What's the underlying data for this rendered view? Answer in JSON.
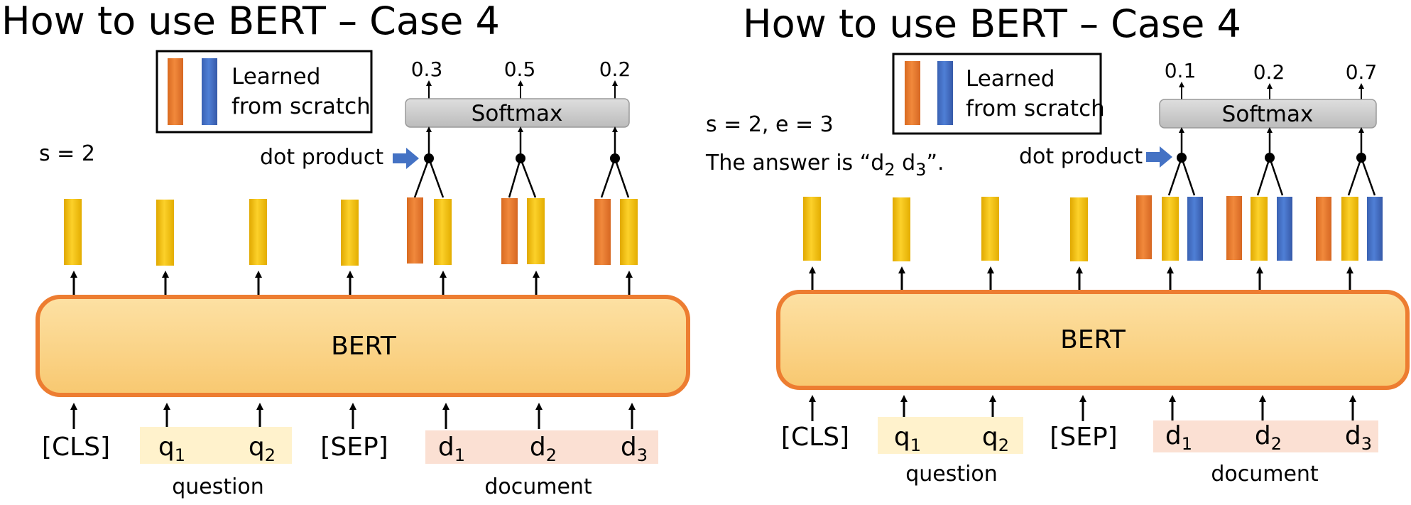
{
  "colors": {
    "yellow": "#f7c21a",
    "orange": "#ed7d31",
    "blue": "#4472c4",
    "bert_fill": "#fbd38a",
    "bert_border": "#ed7d31",
    "question_bg": "#fff2cc",
    "document_bg": "#fbe0d3",
    "softmax_fill": "#cfcfcf",
    "arrow_blue": "#4472c4"
  },
  "left": {
    "title": "How to use BERT – Case 4",
    "legend": {
      "line1": "Learned",
      "line2": "from scratch"
    },
    "outputs": [
      "0.3",
      "0.5",
      "0.2"
    ],
    "softmax": "Softmax",
    "dot_product": "dot product",
    "note": "s = 2",
    "bert": "BERT",
    "tokens": [
      {
        "base": "[CLS]",
        "sub": ""
      },
      {
        "base": "q",
        "sub": "1"
      },
      {
        "base": "q",
        "sub": "2"
      },
      {
        "base": "[SEP]",
        "sub": ""
      },
      {
        "base": "d",
        "sub": "1"
      },
      {
        "base": "d",
        "sub": "2"
      },
      {
        "base": "d",
        "sub": "3"
      }
    ],
    "question_label": "question",
    "document_label": "document"
  },
  "right": {
    "title": "How to use BERT – Case 4",
    "legend": {
      "line1": "Learned",
      "line2": "from scratch"
    },
    "outputs": [
      "0.1",
      "0.2",
      "0.7"
    ],
    "softmax": "Softmax",
    "dot_product": "dot product",
    "note1": "s = 2, e = 3",
    "note2": {
      "a": "The answer is “d",
      "s1": "2",
      "b": " d",
      "s2": "3",
      "c": "”."
    },
    "bert": "BERT",
    "tokens": [
      {
        "base": "[CLS]",
        "sub": ""
      },
      {
        "base": "q",
        "sub": "1"
      },
      {
        "base": "q",
        "sub": "2"
      },
      {
        "base": "[SEP]",
        "sub": ""
      },
      {
        "base": "d",
        "sub": "1"
      },
      {
        "base": "d",
        "sub": "2"
      },
      {
        "base": "d",
        "sub": "3"
      }
    ],
    "question_label": "question",
    "document_label": "document"
  }
}
